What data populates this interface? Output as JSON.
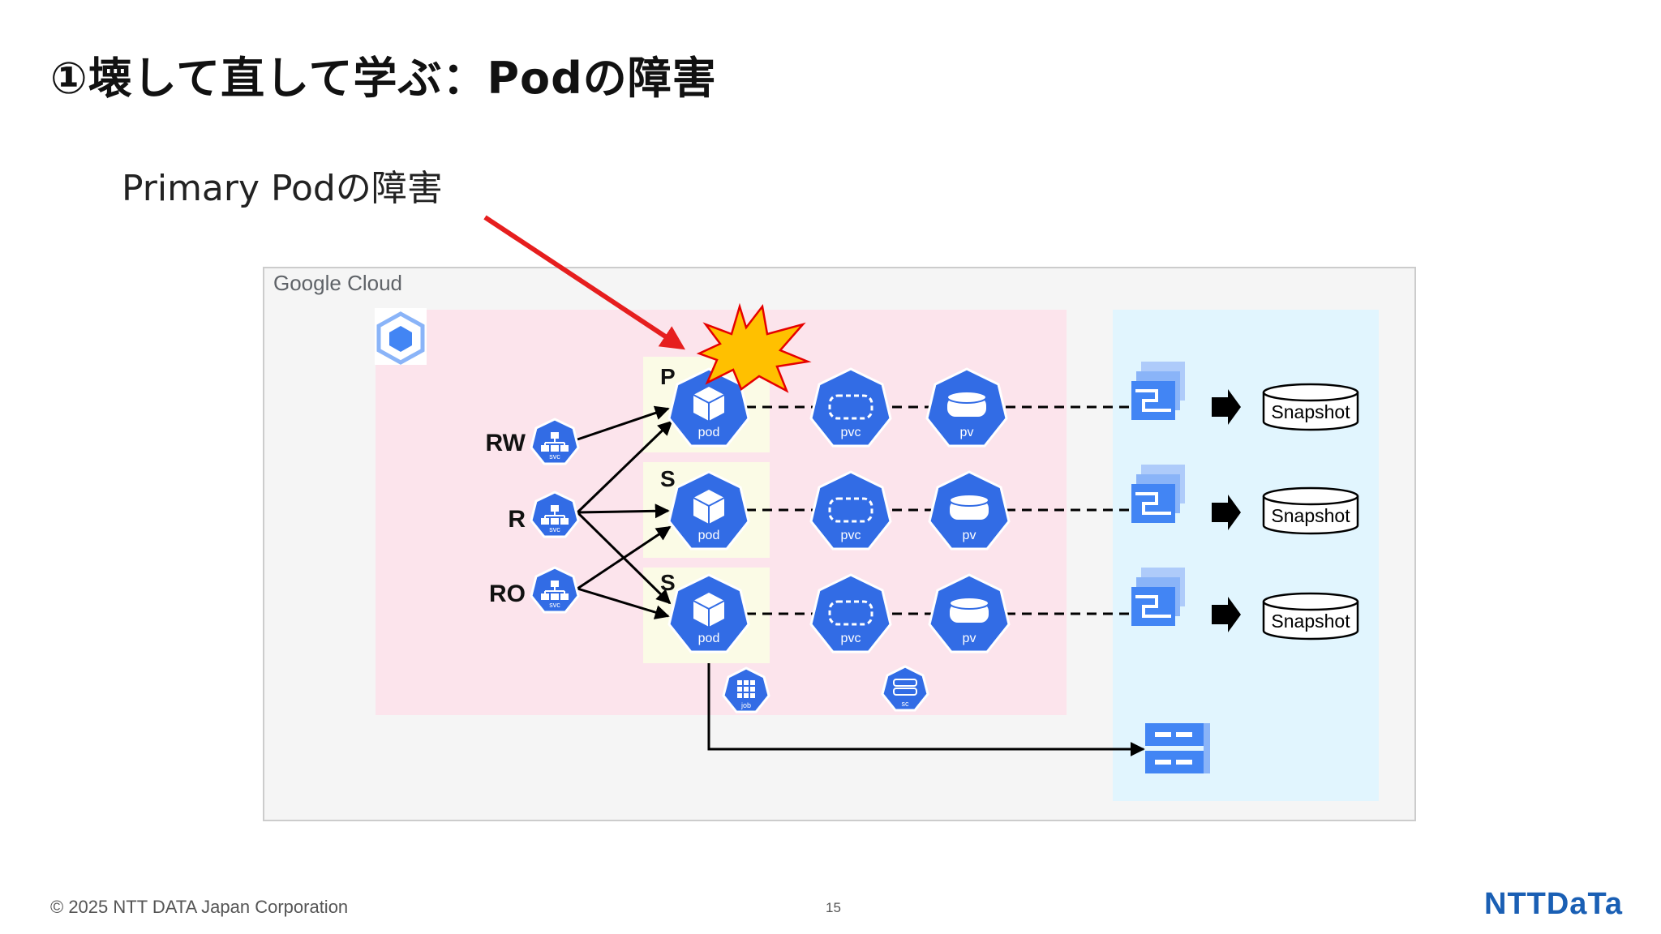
{
  "slide": {
    "title": "①壊して直して学ぶ：Podの障害",
    "subtitle": "Primary Podの障害",
    "footer_copyright": "© 2025 NTT DATA Japan Corporation",
    "page_number": "15",
    "brand_logo": "NTTDaTa"
  },
  "diagram": {
    "cloud_logo": "Google Cloud",
    "service_labels": [
      "RW",
      "R",
      "RO"
    ],
    "service_icon_label": "svc",
    "role_labels": [
      "P",
      "S",
      "S"
    ],
    "pod_label": "pod",
    "pvc_label": "pvc",
    "pv_label": "pv",
    "snapshot_label": "Snapshot",
    "job_label": "job",
    "sc_label": "sc"
  },
  "colors": {
    "k8s_blue": "#326ce5",
    "gke_zone": "#fce4ec",
    "storage_zone": "#e1f5fe",
    "cloud_bg": "#f5f5f5",
    "pod_box": "#fbfbe6",
    "failure_arrow": "#e61e1e",
    "explosion_fill": "#ffc000",
    "explosion_stroke": "#e60000"
  }
}
